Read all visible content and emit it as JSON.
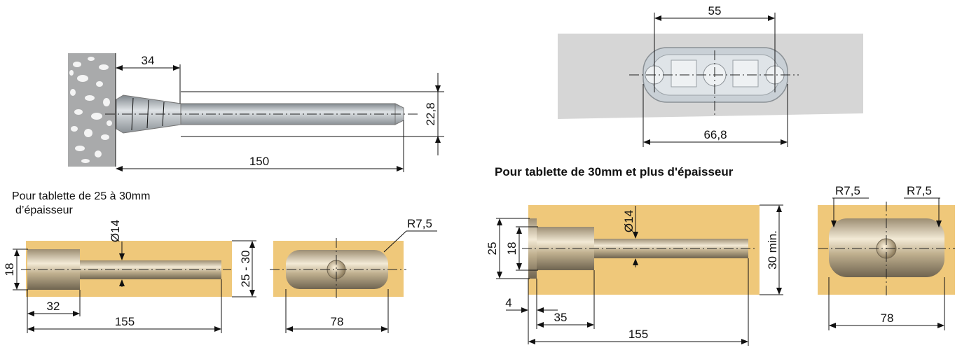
{
  "captions": {
    "thin_shelf_line1": "Pour tablette de 25 à 30mm",
    "thin_shelf_line2": "d’épaisseur",
    "thick_shelf": "Pour tablette de  30mm et plus d'épaisseur"
  },
  "dimensions": {
    "side_view": {
      "head": "34",
      "length": "150",
      "diameter": "22,8"
    },
    "top_view": {
      "outer": "55",
      "overall": "66,8"
    },
    "thin_section": {
      "height": "18",
      "dia": "Ø14",
      "thickness": "25 - 30",
      "head": "32",
      "length": "155"
    },
    "thin_slot": {
      "radius": "R7,5",
      "width": "78"
    },
    "thick_section": {
      "total": "25",
      "height": "18",
      "dia": "Ø14",
      "thickness": "30 min.",
      "offset": "4",
      "head": "35",
      "length": "155"
    },
    "thick_slot": {
      "radius_left": "R7,5",
      "radius_right": "R7,5",
      "width": "78"
    }
  },
  "colors": {
    "wood": "#efc87a",
    "metal": "#a4a9ad",
    "plate": "#d3d3d3"
  }
}
